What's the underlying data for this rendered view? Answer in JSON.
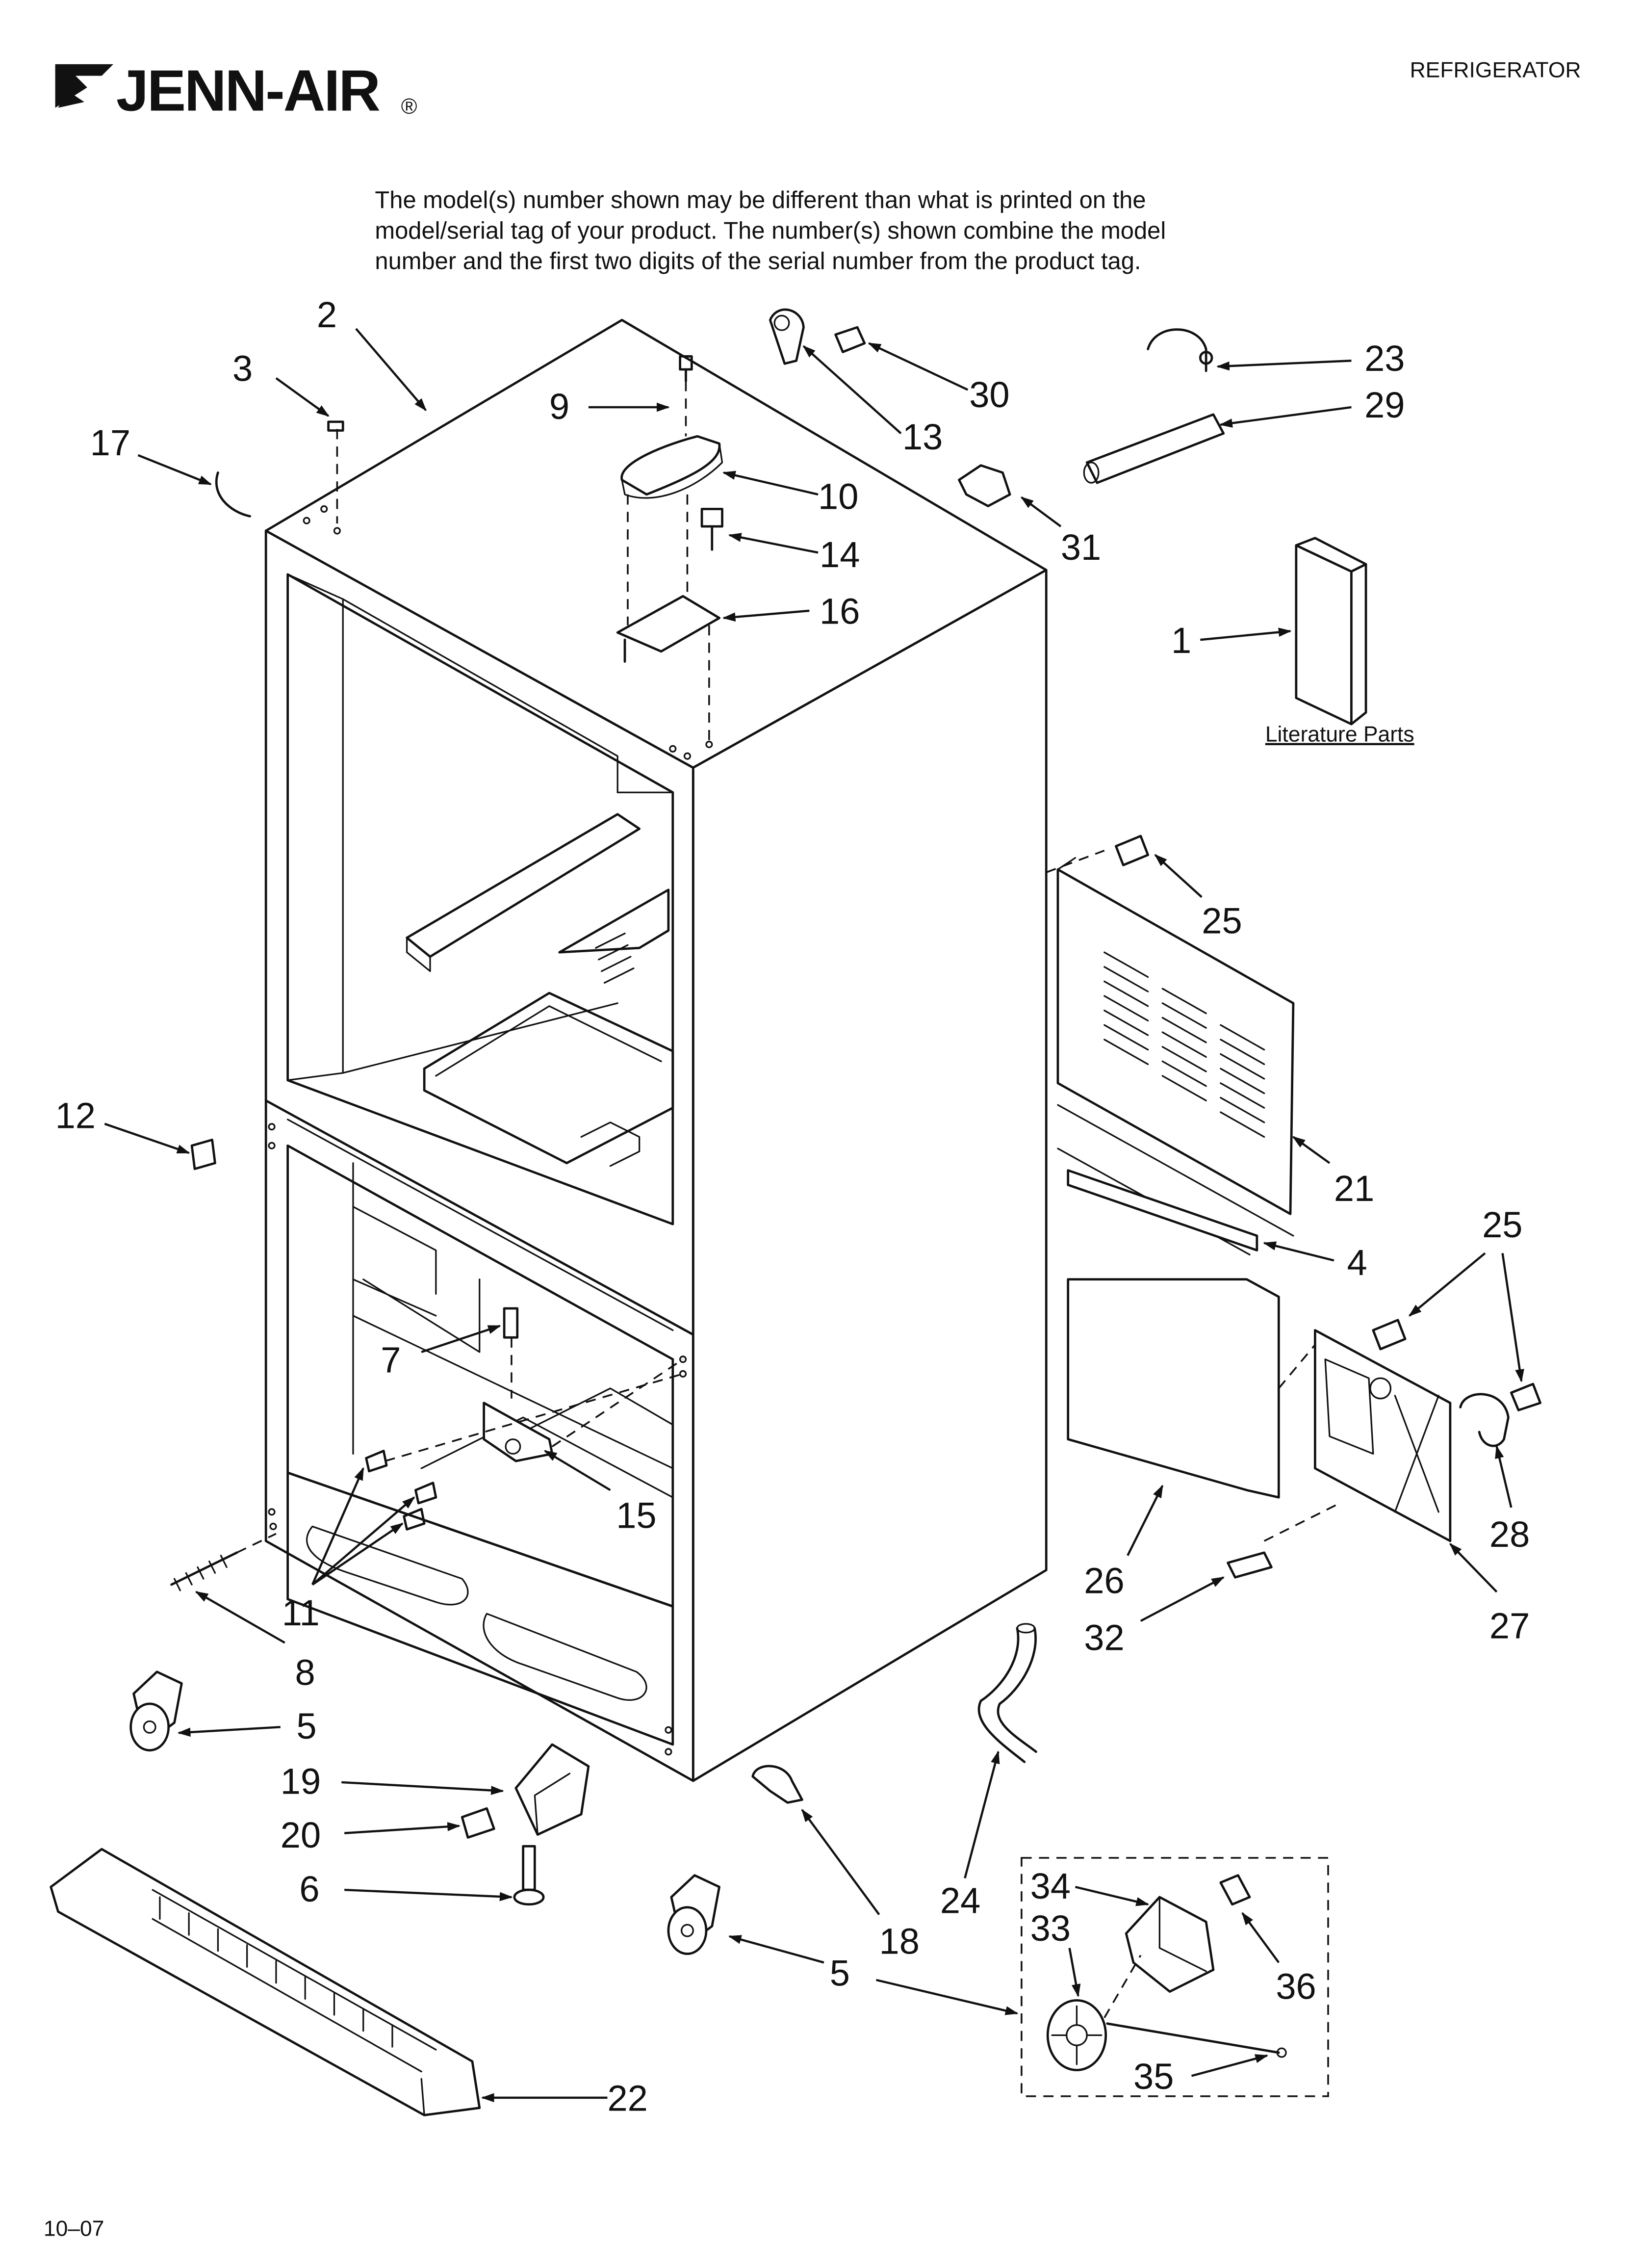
{
  "header": {
    "brand": "JENN-AIR",
    "brand_reg_mark": "®",
    "category": "REFRIGERATOR"
  },
  "note_lines": [
    "The model(s) number shown may be different than what is printed on the",
    "model/serial tag of your product. The number(s) shown combine the model",
    "number and the first two digits of the serial number from the product tag."
  ],
  "literature_label": "Literature Parts",
  "footer_date": "10–07",
  "callouts": [
    "1",
    "2",
    "3",
    "4",
    "5",
    "5",
    "6",
    "7",
    "8",
    "9",
    "10",
    "11",
    "12",
    "13",
    "14",
    "15",
    "16",
    "17",
    "18",
    "19",
    "20",
    "21",
    "22",
    "23",
    "24",
    "25",
    "25",
    "26",
    "27",
    "28",
    "29",
    "30",
    "31",
    "32",
    "33",
    "34",
    "35",
    "36"
  ]
}
